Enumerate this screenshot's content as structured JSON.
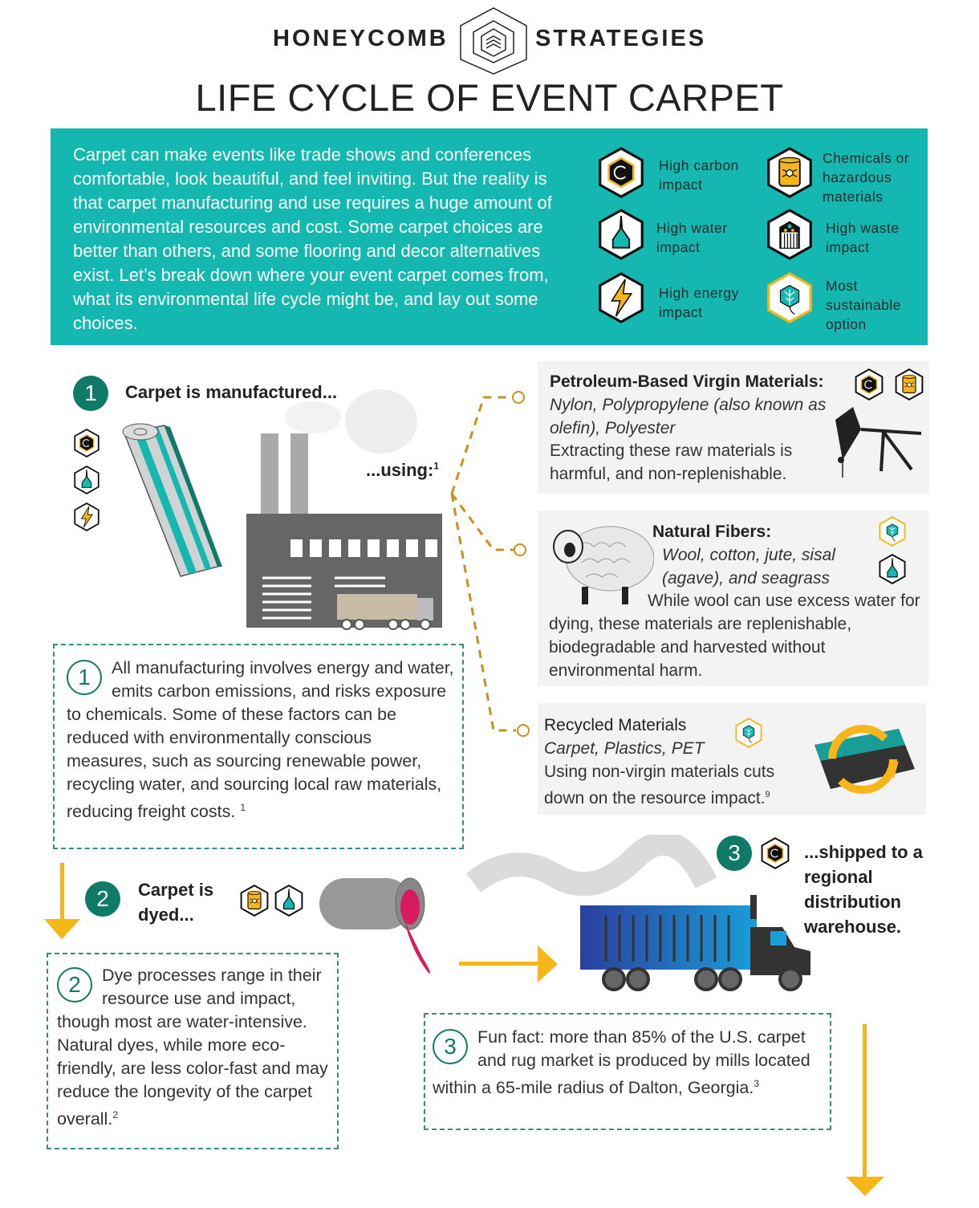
{
  "header": {
    "brand_left": "HONEYCOMB",
    "brand_right": "STRATEGIES",
    "title": "LIFE CYCLE OF EVENT CARPET"
  },
  "intro": {
    "text": "Carpet can make events like trade shows and conferences comfortable, look beautiful, and feel inviting. But the reality is that carpet manufacturing and use requires a huge amount of environmental resources and cost. Some carpet choices are better than others, and some flooring and decor alternatives exist. Let’s break down where your event carpet comes from, what its environmental life cycle might be, and lay out some choices."
  },
  "legend": [
    {
      "icon": "carbon",
      "label": "High carbon impact"
    },
    {
      "icon": "chemicals",
      "label": "Chemicals or hazardous materials"
    },
    {
      "icon": "water",
      "label": "High water impact"
    },
    {
      "icon": "waste",
      "label": "High waste impact"
    },
    {
      "icon": "energy",
      "label": "High energy impact"
    },
    {
      "icon": "sustainable",
      "label": "Most sustainable option"
    }
  ],
  "step1": {
    "number": "1",
    "heading": "Carpet is manufactured...",
    "using": "...using:",
    "using_sup": "1",
    "note_number": "1",
    "note": "All manufacturing involves energy and water, emits carbon emissions, and risks exposure to chemicals. Some of these factors can be reduced with environmentally conscious measures, such as sourcing renewable power, recycling water, and sourcing local raw materials, reducing freight costs.",
    "note_sup": "1"
  },
  "materials": [
    {
      "title": "Petroleum-Based Virgin Materials:",
      "examples": "Nylon, Polypropylene (also known as olefin), Polyester",
      "desc": "Extracting these raw materials is harmful, and non-replenishable."
    },
    {
      "title": "Natural Fibers:",
      "examples": "Wool, cotton, jute, sisal (agave), and seagrass",
      "desc": "While wool can use excess water for dying, these materials are replenishable, biodegradable and harvested without environmental harm."
    },
    {
      "title": "Recycled Materials",
      "examples": "Carpet, Plastics, PET",
      "desc": "Using non-virgin materials cuts down on the resource impact.",
      "sup": "9"
    }
  ],
  "step2": {
    "number": "2",
    "heading": "Carpet is dyed...",
    "note_number": "2",
    "note": "Dye processes range in their resource use and impact, though most are water-intensive. Natural dyes, while more eco-friendly, are less color-fast and may reduce the longevity of the carpet overall.",
    "note_sup": "2"
  },
  "step3": {
    "number": "3",
    "heading": "...shipped to a regional distribution warehouse.",
    "note_number": "3",
    "note": "Fun  fact: more than 85% of the U.S. carpet and rug market is produced by mills located within a 65-mile radius of Dalton, Georgia.",
    "note_sup": "3"
  },
  "colors": {
    "teal": "#14b8b0",
    "dark_teal": "#0f7a67",
    "yellow": "#f6b619",
    "pink": "#d81b60"
  }
}
